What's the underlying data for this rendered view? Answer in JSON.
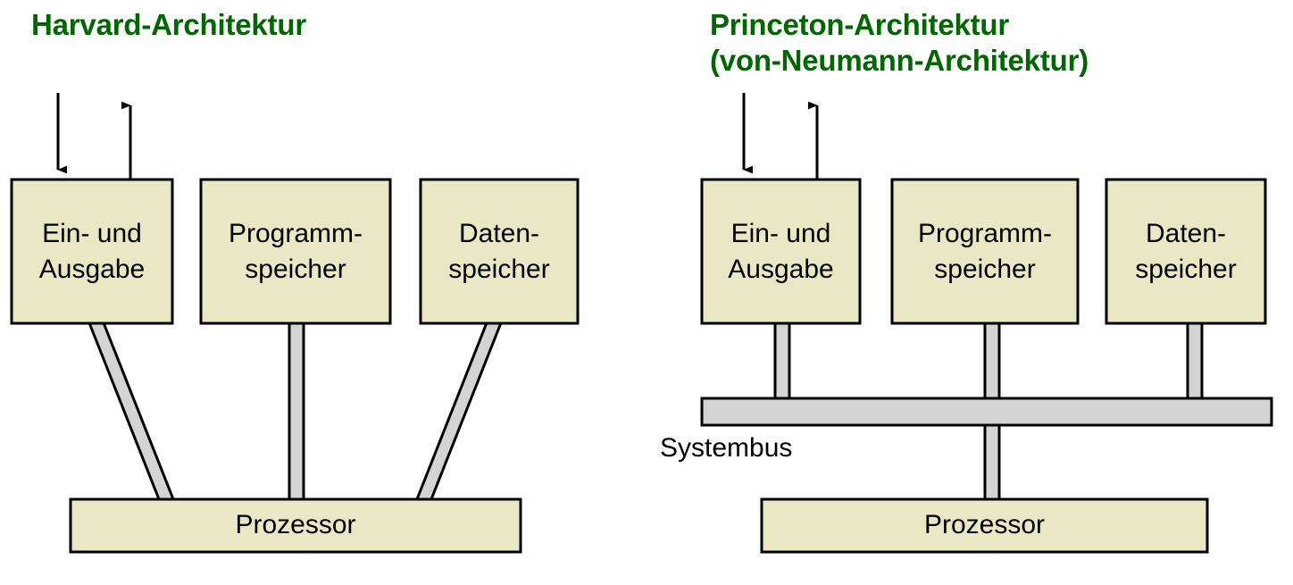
{
  "diagram": {
    "colors": {
      "title": "#006600",
      "box_fill": "#E8E8C4",
      "box_stroke": "#000000",
      "bus_fill": "#D4D4D4",
      "bus_stroke": "#000000",
      "arrow": "#000000",
      "background": "#FFFFFF"
    },
    "panels": [
      {
        "id": "harvard",
        "title": "Harvard-Architektur",
        "boxes": [
          {
            "name": "io",
            "label": "Ein- und\nAusgabe"
          },
          {
            "name": "prog",
            "label": "Programm-\nspeicher"
          },
          {
            "name": "data",
            "label": "Daten-\nspeicher"
          },
          {
            "name": "cpu",
            "label": "Prozessor"
          }
        ],
        "arrows": [
          {
            "name": "input-arrow",
            "direction": "down"
          },
          {
            "name": "output-arrow",
            "direction": "up"
          }
        ],
        "bus_label": ""
      },
      {
        "id": "princeton",
        "title": "Princeton-Architektur\n(von-Neumann-Architektur)",
        "title_line1": "Princeton-Architektur",
        "title_line2": "(von-Neumann-Architektur)",
        "boxes": [
          {
            "name": "io",
            "label": "Ein- und\nAusgabe"
          },
          {
            "name": "prog",
            "label": "Programm-\nspeicher"
          },
          {
            "name": "data",
            "label": "Daten-\nspeicher"
          },
          {
            "name": "cpu",
            "label": "Prozessor"
          }
        ],
        "arrows": [
          {
            "name": "input-arrow",
            "direction": "down"
          },
          {
            "name": "output-arrow",
            "direction": "up"
          }
        ],
        "bus_label": "Systembus"
      }
    ]
  }
}
